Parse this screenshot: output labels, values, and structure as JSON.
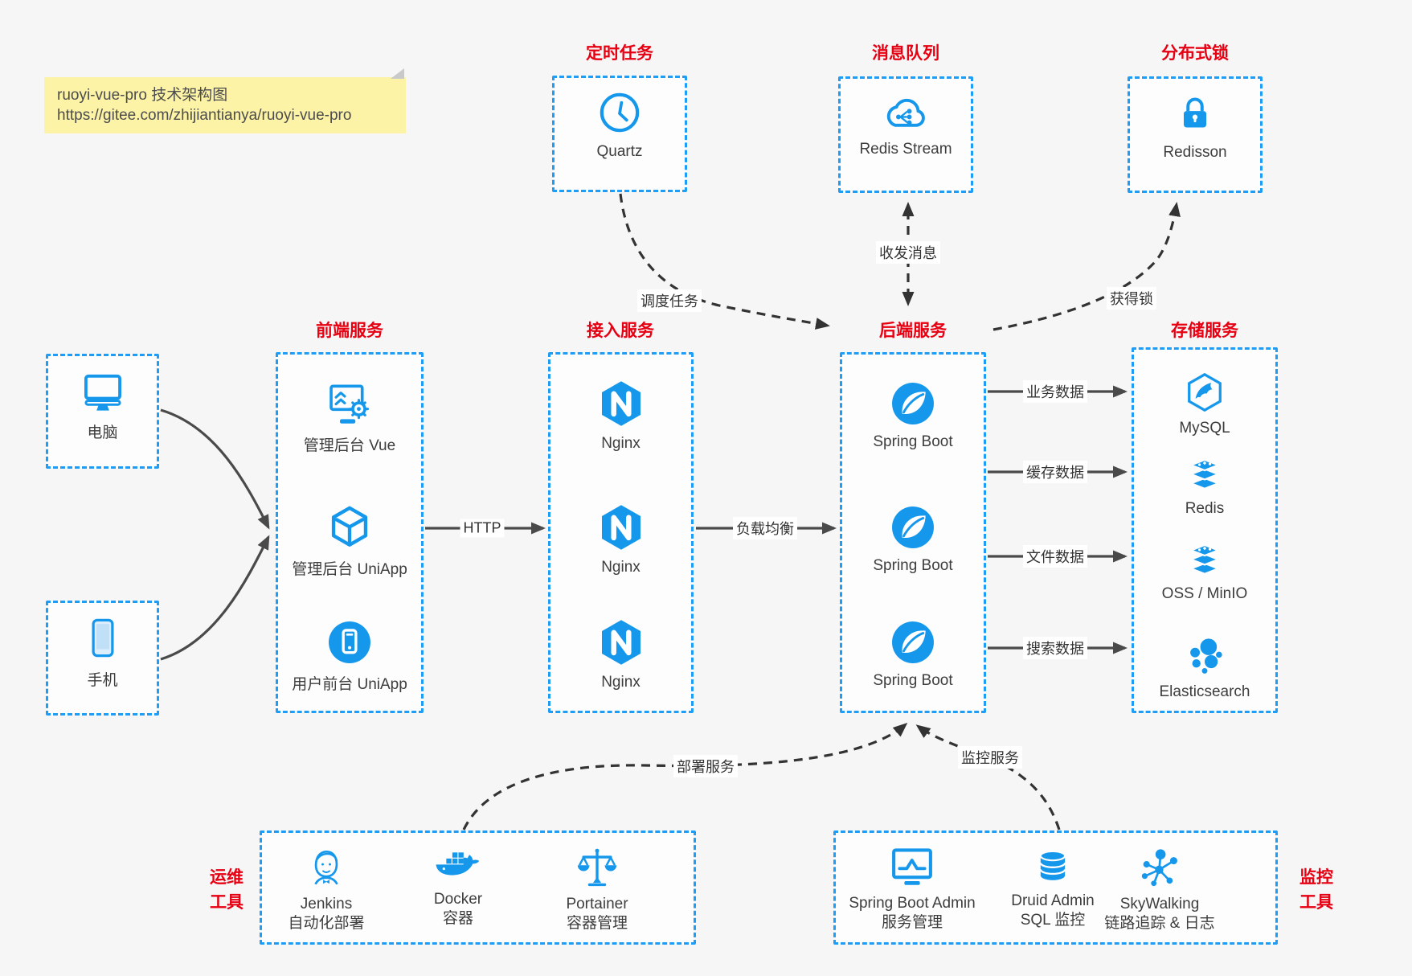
{
  "page": {
    "background": "#f6f6f7"
  },
  "colors": {
    "accent_blue": "#1d9df6",
    "icon_blue": "#1598ec",
    "title_red": "#e60012",
    "note_yellow": "#fcf3a6",
    "arrow_dark": "#4a4a4a",
    "arrow_dashed": "#333333"
  },
  "note": {
    "line1": "ruoyi-vue-pro 技术架构图",
    "line2": "https://gitee.com/zhijiantianya/ruoyi-vue-pro"
  },
  "top_groups": [
    {
      "title": "定时任务",
      "label": "Quartz",
      "icon": "clock-icon"
    },
    {
      "title": "消息队列",
      "label": "Redis Stream",
      "icon": "cloud-share-icon"
    },
    {
      "title": "分布式锁",
      "label": "Redisson",
      "icon": "lock-icon"
    }
  ],
  "clients": [
    {
      "label": "电脑",
      "icon": "desktop-icon"
    },
    {
      "label": "手机",
      "icon": "smartphone-icon"
    }
  ],
  "columns": {
    "frontend": {
      "title": "前端服务",
      "items": [
        {
          "label": "管理后台 Vue",
          "icon": "admin-vue-icon"
        },
        {
          "label": "管理后台 UniApp",
          "icon": "cube-icon"
        },
        {
          "label": "用户前台 UniApp",
          "icon": "app-circle-icon"
        }
      ]
    },
    "gateway": {
      "title": "接入服务",
      "items": [
        {
          "label": "Nginx",
          "icon": "nginx-icon"
        },
        {
          "label": "Nginx",
          "icon": "nginx-icon"
        },
        {
          "label": "Nginx",
          "icon": "nginx-icon"
        }
      ]
    },
    "backend": {
      "title": "后端服务",
      "items": [
        {
          "label": "Spring Boot",
          "icon": "spring-icon"
        },
        {
          "label": "Spring Boot",
          "icon": "spring-icon"
        },
        {
          "label": "Spring Boot",
          "icon": "spring-icon"
        }
      ]
    },
    "storage": {
      "title": "存储服务",
      "items": [
        {
          "label": "MySQL",
          "icon": "mysql-icon"
        },
        {
          "label": "Redis",
          "icon": "layers-icon"
        },
        {
          "label": "OSS / MinIO",
          "icon": "layers-icon"
        },
        {
          "label": "Elasticsearch",
          "icon": "elasticsearch-icon"
        }
      ]
    }
  },
  "edges": {
    "http": "HTTP",
    "load_balance": "负载均衡",
    "schedule": "调度任务",
    "message": "收发消息",
    "lock": "获得锁",
    "business_data": "业务数据",
    "cache_data": "缓存数据",
    "file_data": "文件数据",
    "search_data": "搜索数据",
    "deploy": "部署服务",
    "monitor": "监控服务"
  },
  "ops": {
    "title_line1": "运维",
    "title_line2": "工具",
    "items": [
      {
        "name": "Jenkins",
        "desc": "自动化部署",
        "icon": "jenkins-icon"
      },
      {
        "name": "Docker",
        "desc": "容器",
        "icon": "docker-whale-icon"
      },
      {
        "name": "Portainer",
        "desc": "容器管理",
        "icon": "scales-icon"
      }
    ]
  },
  "monitoring": {
    "title_line1": "监控",
    "title_line2": "工具",
    "items": [
      {
        "name": "Spring Boot Admin",
        "desc": "服务管理",
        "icon": "monitor-pulse-icon"
      },
      {
        "name": "Druid Admin",
        "desc": "SQL 监控",
        "icon": "database-icon"
      },
      {
        "name": "SkyWalking",
        "desc": "链路追踪 & 日志",
        "icon": "molecule-icon"
      }
    ]
  }
}
